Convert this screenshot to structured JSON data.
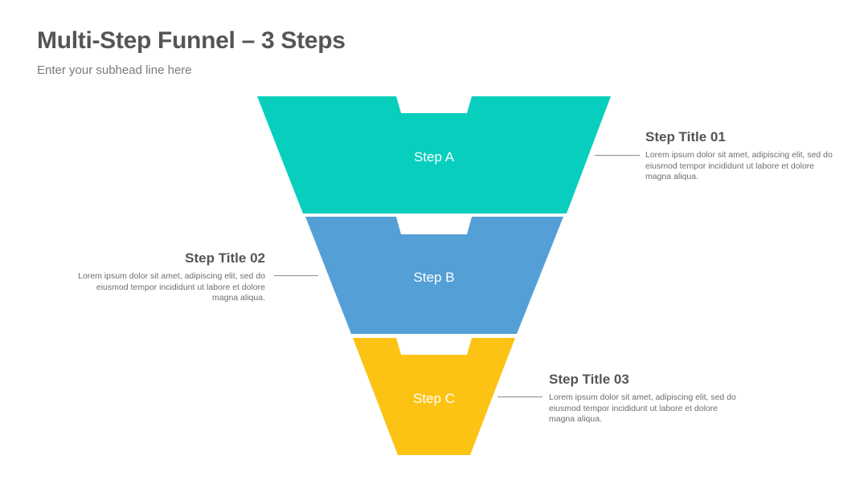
{
  "header": {
    "title": "Multi-Step Funnel – 3 Steps",
    "subhead": "Enter your subhead line here"
  },
  "colors": {
    "step_a": "#08CFBD",
    "step_b": "#559FD7",
    "step_c": "#FCC314"
  },
  "steps": [
    {
      "label": "Step A",
      "title": "Step Title 01",
      "body": "Lorem ipsum dolor sit amet, adipiscing elit, sed do eiusmod tempor incididunt ut labore et dolore magna aliqua."
    },
    {
      "label": "Step B",
      "title": "Step Title 02",
      "body": "Lorem ipsum dolor sit amet, adipiscing elit, sed do eiusmod tempor incididunt ut labore et dolore magna aliqua."
    },
    {
      "label": "Step C",
      "title": "Step Title 03",
      "body": "Lorem ipsum dolor sit amet, adipiscing elit, sed do eiusmod tempor incididunt ut labore et dolore magna aliqua."
    }
  ]
}
